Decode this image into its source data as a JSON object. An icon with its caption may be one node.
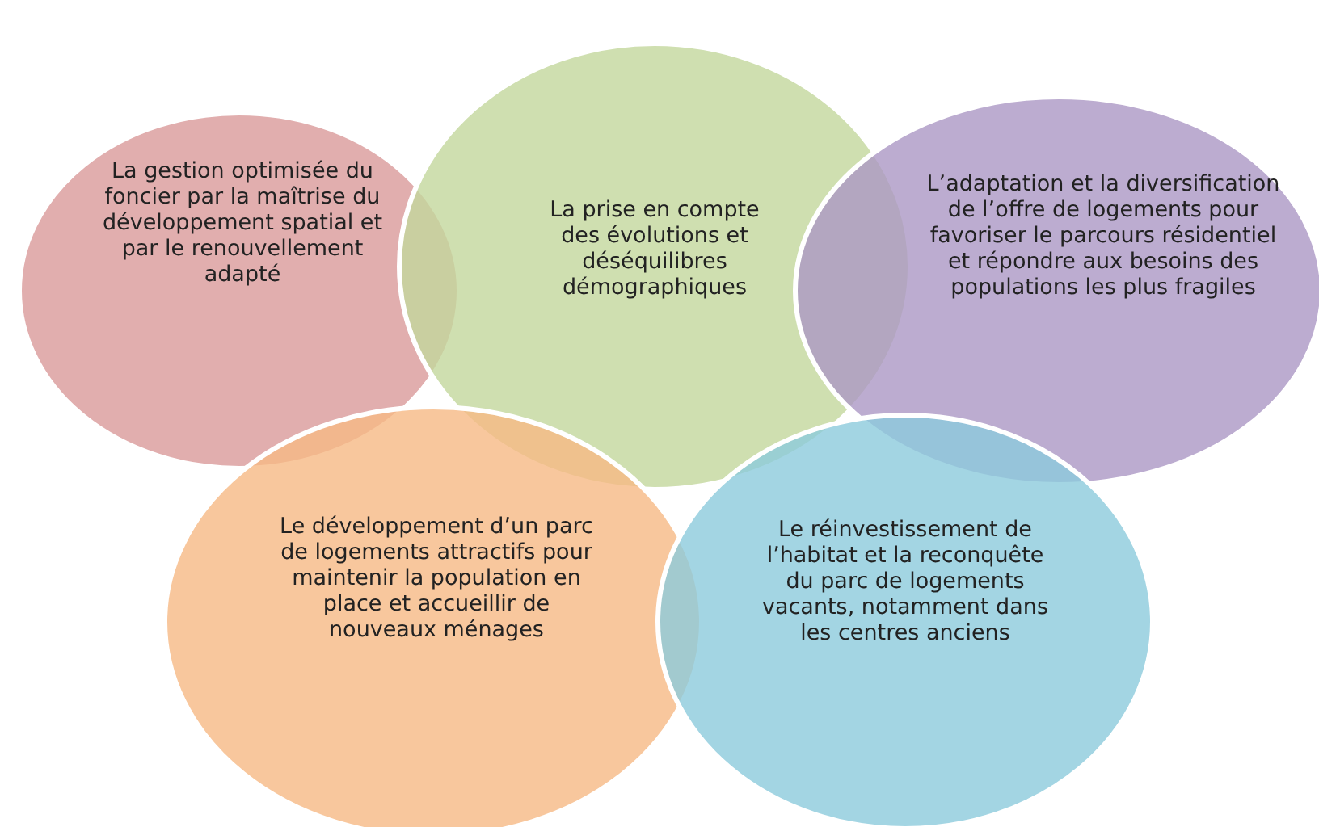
{
  "diagram": {
    "nodes": [
      {
        "text": [
          "La gestion optimisée du foncier par la maîtrise du développement spatial et par le renouvellement adapté"
        ]
      },
      {
        "text": [
          "La prise en compte des évolutions et déséquilibres démographiques"
        ]
      },
      {
        "text": [
          "L’adaptation et la diversification de l’offre de logements pour favoriser le parcours résidentiel et répondre aux besoins des populations les plus fragiles"
        ]
      },
      {
        "text": [
          "Le développement d’un parc de logements attractifs pour maintenir la population en place et accueillir de nouveaux ménages"
        ]
      },
      {
        "text": [
          "Le réinvestissement de l’habitat et la reconquête du parc de logements vacants, notamment dans les centres anciens"
        ]
      }
    ]
  }
}
